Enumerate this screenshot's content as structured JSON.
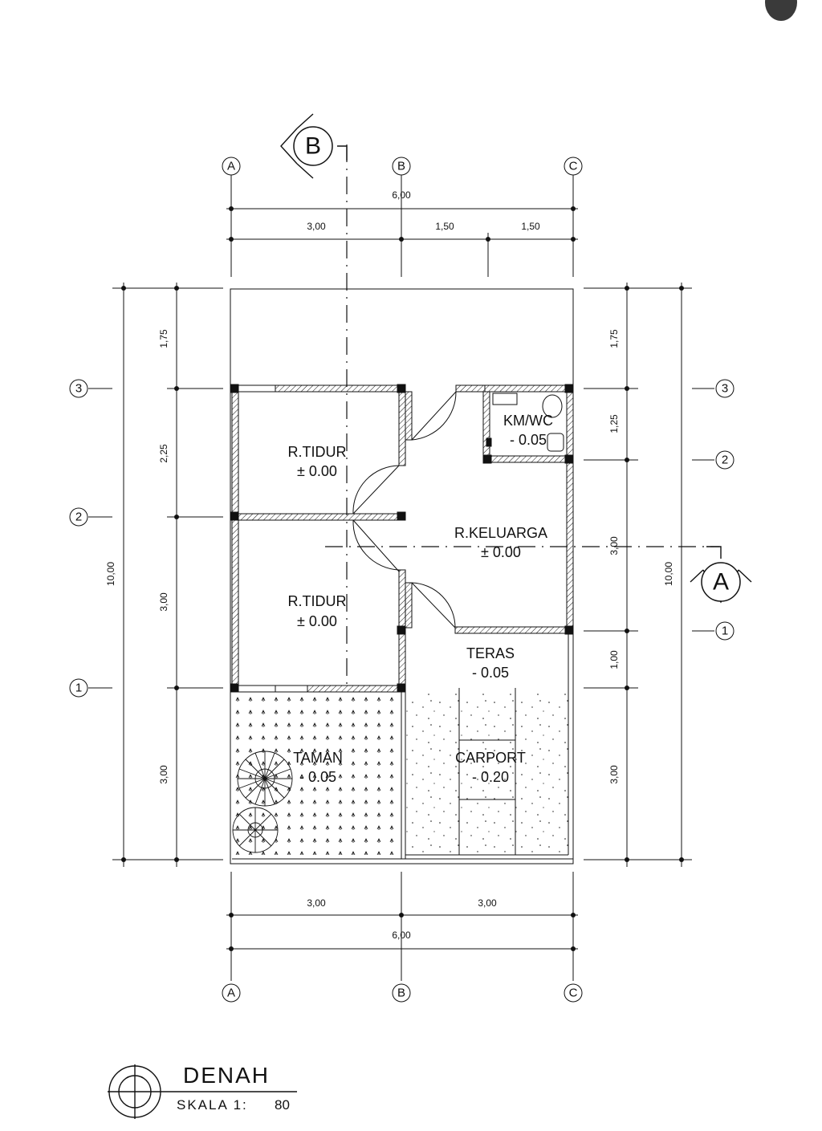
{
  "grid_axes": {
    "columns": [
      "A",
      "B",
      "C"
    ],
    "rows": [
      "1",
      "2",
      "3"
    ]
  },
  "section_markers": {
    "a": "A",
    "b": "B"
  },
  "dimensions": {
    "top_total": "6,00",
    "top_left": "3,00",
    "top_mid": "1,50",
    "top_right": "1,50",
    "bottom_left": "3,00",
    "bottom_right": "3,00",
    "bottom_total": "6,00",
    "left_total": "10,00",
    "left_1": "1,75",
    "left_2": "2,25",
    "left_3": "3,00",
    "left_4": "3,00",
    "right_total": "10,00",
    "right_1": "1,75",
    "right_2": "1,25",
    "right_3": "3,00",
    "right_4": "1,00",
    "right_5": "3,00"
  },
  "rooms": {
    "bed1_name": "R.TIDUR",
    "bed1_level": "± 0.00",
    "bed2_name": "R.TIDUR",
    "bed2_level": "± 0.00",
    "family_name": "R.KELUARGA",
    "family_level": "± 0.00",
    "bath_name": "KM/WC",
    "bath_level": "- 0.05",
    "terrace_name": "TERAS",
    "terrace_level": "- 0.05",
    "garden_name": "TAMAN",
    "garden_level": "- 0.05",
    "carport_name": "CARPORT",
    "carport_level": "- 0.20"
  },
  "title_block": {
    "title": "DENAH",
    "scale_label": "SKALA 1:",
    "scale_value": "80"
  }
}
